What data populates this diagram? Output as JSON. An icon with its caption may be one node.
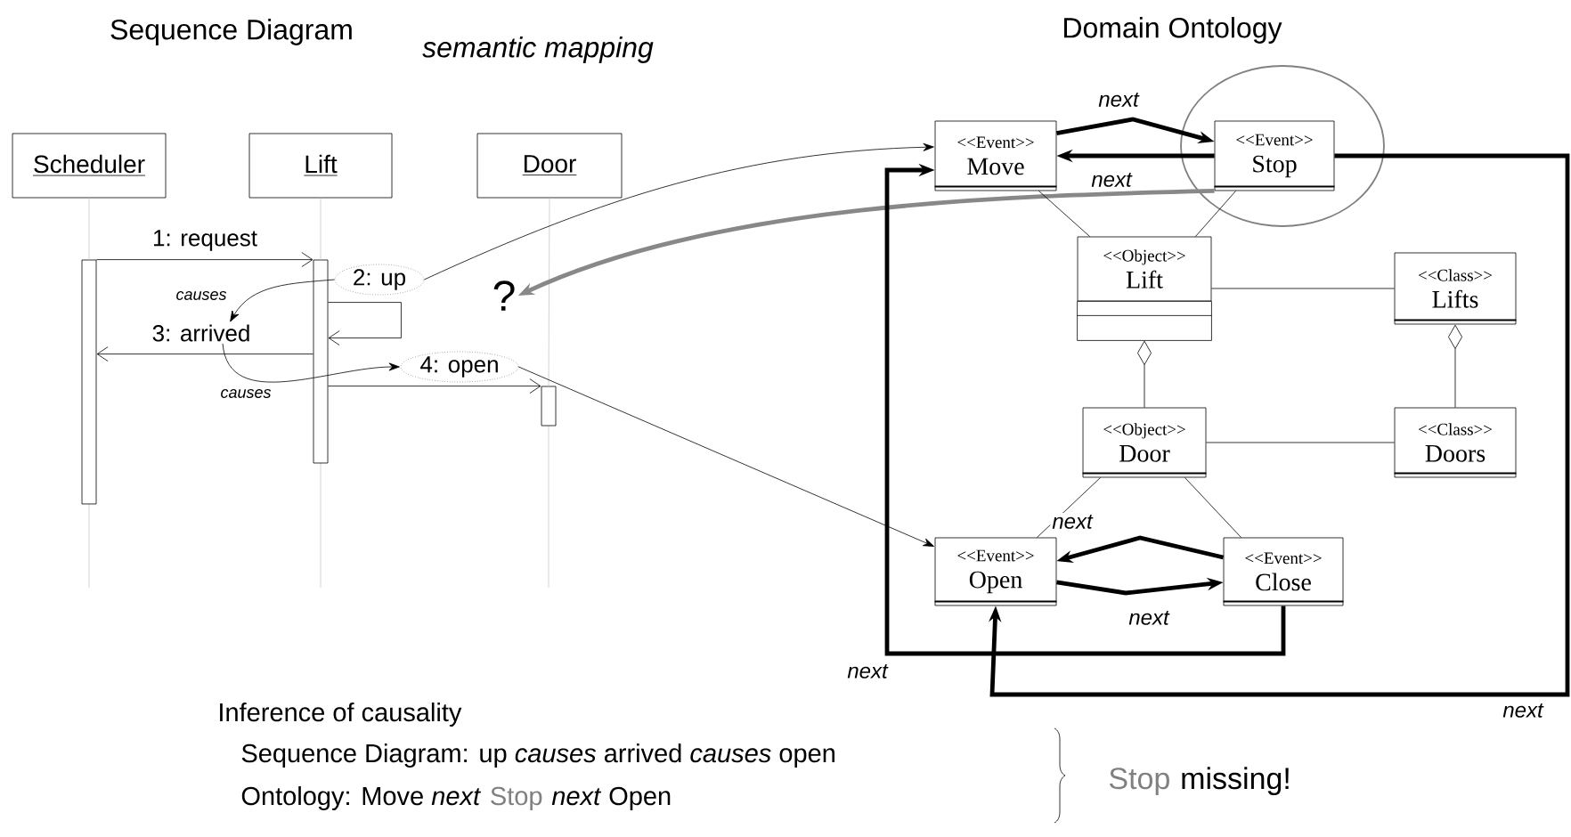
{
  "diagram": {
    "title": "Sequence Diagram",
    "nodes": [
      {
        "text": [
          "Scheduler"
        ]
      },
      {
        "text": [
          "Lift"
        ]
      },
      {
        "text": [
          "Door"
        ]
      },
      {
        "text": [],
        "shape": "bar"
      },
      {
        "text": [],
        "shape": "bar"
      },
      {
        "text": [],
        "shape": "bar"
      },
      {
        "text": [
          "2: up"
        ]
      },
      {
        "text": [
          "3: arrived"
        ]
      },
      {
        "text": [
          "4: open"
        ]
      },
      {
        "text": [
          "?"
        ]
      },
      {
        "text": [
          "<<Event>>",
          "Move"
        ]
      },
      {
        "text": [
          "<<Event>>",
          "Stop"
        ]
      },
      {
        "text": [
          "<<Object>>",
          "Lift"
        ]
      },
      {
        "text": [
          "<<Class>>",
          "Lifts"
        ]
      },
      {
        "text": [
          "<<Object>>",
          "Door"
        ]
      },
      {
        "text": [
          "<<Class>>",
          "Doors"
        ]
      },
      {
        "text": [
          "<<Event>>",
          "Open"
        ]
      },
      {
        "text": [
          "<<Event>>",
          "Close"
        ]
      }
    ],
    "edges": [
      {
        "from": 0,
        "to": 3,
        "arrow": "none",
        "color": "#c8c8c8"
      },
      {
        "from": 1,
        "to": 4,
        "arrow": "none",
        "color": "#c8c8c8"
      },
      {
        "from": 2,
        "to": 5,
        "arrow": "none",
        "color": "#c8c8c8"
      },
      {
        "from": 3,
        "to": 4,
        "arrow": "to",
        "label": "1: request"
      },
      {
        "from": 4,
        "to": 4,
        "arrow": "to"
      },
      {
        "from": 4,
        "to": 3,
        "arrow": "to"
      },
      {
        "from": 4,
        "to": 5,
        "arrow": "to"
      },
      {
        "from": 6,
        "to": 7,
        "arrow": "to",
        "label": "causes"
      },
      {
        "from": 7,
        "to": 8,
        "arrow": "to",
        "label": "causes"
      },
      {
        "from": 6,
        "to": 10,
        "arrow": "to"
      },
      {
        "from": 8,
        "to": 16,
        "arrow": "to"
      },
      {
        "from": 11,
        "to": 9,
        "arrow": "to",
        "style": "thick",
        "color": "#888888"
      },
      {
        "from": 10,
        "to": 11,
        "arrow": "to",
        "style": "thick",
        "label": "next"
      },
      {
        "from": 11,
        "to": 10,
        "arrow": "to",
        "style": "thick",
        "label": "next"
      },
      {
        "from": 10,
        "to": 12,
        "arrow": "none"
      },
      {
        "from": 11,
        "to": 12,
        "arrow": "none"
      },
      {
        "from": 12,
        "to": 13,
        "arrow": "none"
      },
      {
        "from": 12,
        "to": 14,
        "arrow": "other"
      },
      {
        "from": 13,
        "to": 15,
        "arrow": "other"
      },
      {
        "from": 14,
        "to": 15,
        "arrow": "none"
      },
      {
        "from": 14,
        "to": 16,
        "arrow": "none"
      },
      {
        "from": 14,
        "to": 17,
        "arrow": "none"
      },
      {
        "from": 17,
        "to": 16,
        "arrow": "to",
        "style": "thick",
        "label": "next"
      },
      {
        "from": 16,
        "to": 17,
        "arrow": "to",
        "style": "thick",
        "label": "next"
      },
      {
        "from": 17,
        "to": 10,
        "arrow": "to",
        "style": "thick",
        "label": "next"
      },
      {
        "from": 11,
        "to": 16,
        "arrow": "to",
        "style": "thick",
        "label": "next"
      }
    ],
    "labels": [
      "semantic mapping",
      "Domain Ontology",
      "Inference of causality",
      "Sequence Diagram: up *causes* arrived *causes* open",
      "Ontology: Move *next*",
      "Stop",
      "*next* Open",
      "Stop",
      "missing!"
    ]
  }
}
